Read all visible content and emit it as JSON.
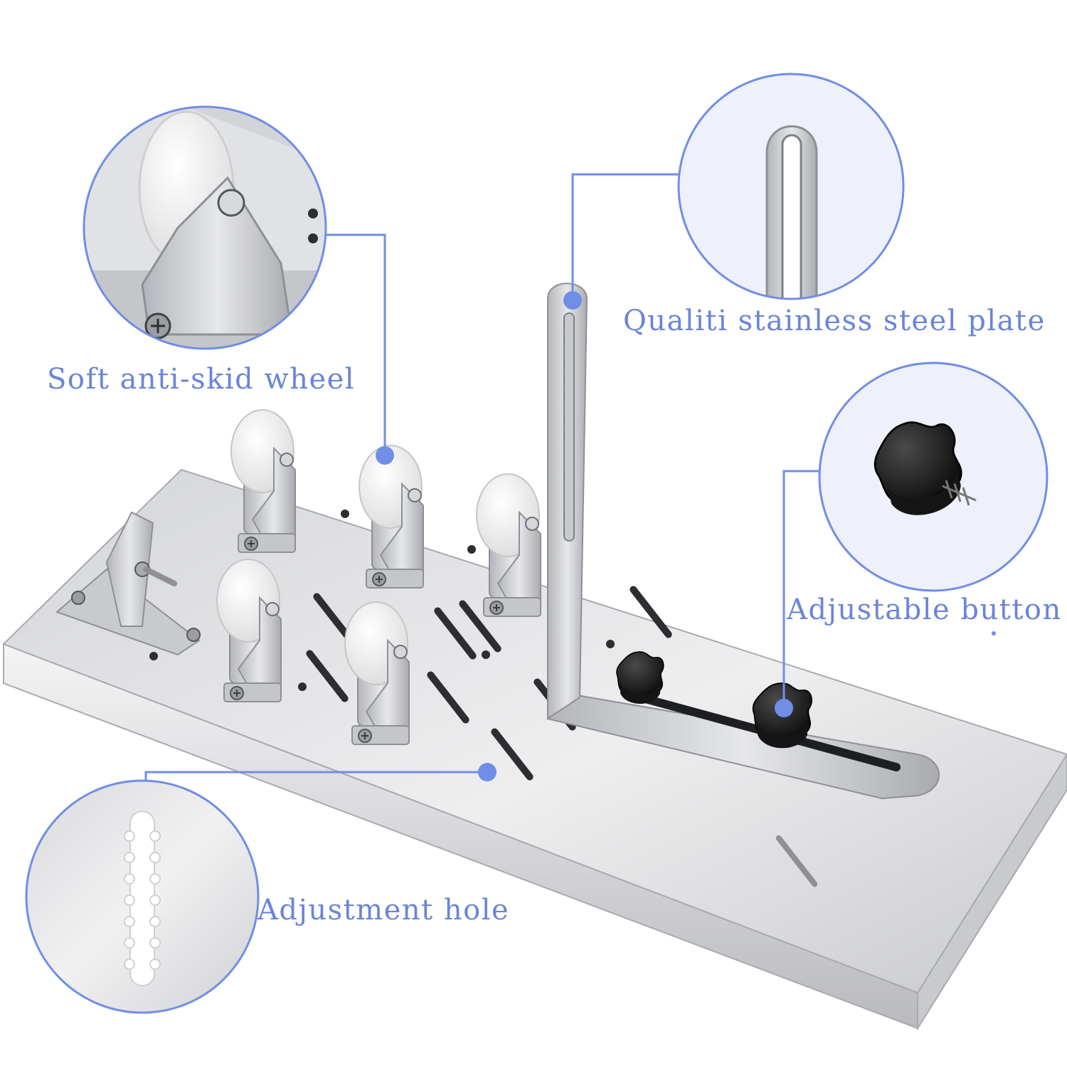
{
  "colors": {
    "accent": "#6f8ee6",
    "label_text": "#6a84d9",
    "steel_light": "#e9e9eb",
    "steel_mid": "#c7c8cc",
    "steel_dark": "#9a9ca2",
    "knob_black": "#1c1c1c",
    "wheel_white": "#f4f4f4"
  },
  "callouts": {
    "wheel": {
      "label": "Soft anti-skid wheel",
      "icon": "wheel-detail"
    },
    "plate": {
      "label": "Qualiti stainless steel plate",
      "icon": "slotted-plate-detail"
    },
    "button": {
      "label": "Adjustable button",
      "icon": "knob-detail"
    },
    "hole": {
      "label": "Adjustment hole",
      "icon": "scalloped-slot-detail"
    }
  }
}
